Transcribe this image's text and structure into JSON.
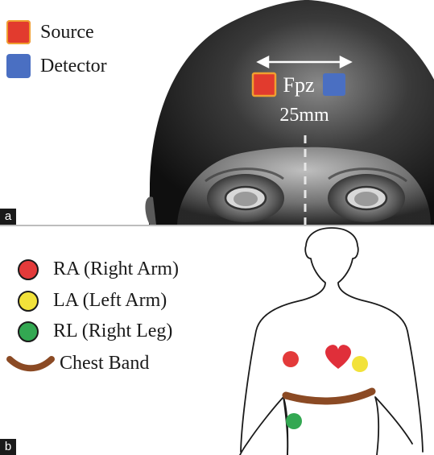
{
  "panel_a": {
    "tag": "a",
    "legend": [
      {
        "label": "Source",
        "color": "#e23b2e",
        "border": "#f0a030"
      },
      {
        "label": "Detector",
        "color": "#4a6fc2",
        "border": "#4a6fc2"
      }
    ],
    "site_label": "Fpz",
    "distance_label": "25mm"
  },
  "panel_b": {
    "tag": "b",
    "legend": [
      {
        "label": "RA (Right Arm)",
        "color": "#e33a3a",
        "marker": "circle"
      },
      {
        "label": "LA (Left Arm)",
        "color": "#f2e23a",
        "marker": "circle"
      },
      {
        "label": "RL (Right Leg)",
        "color": "#33a852",
        "marker": "circle"
      },
      {
        "label": "Chest Band",
        "color": "#8b4a24",
        "marker": "arc"
      }
    ]
  }
}
